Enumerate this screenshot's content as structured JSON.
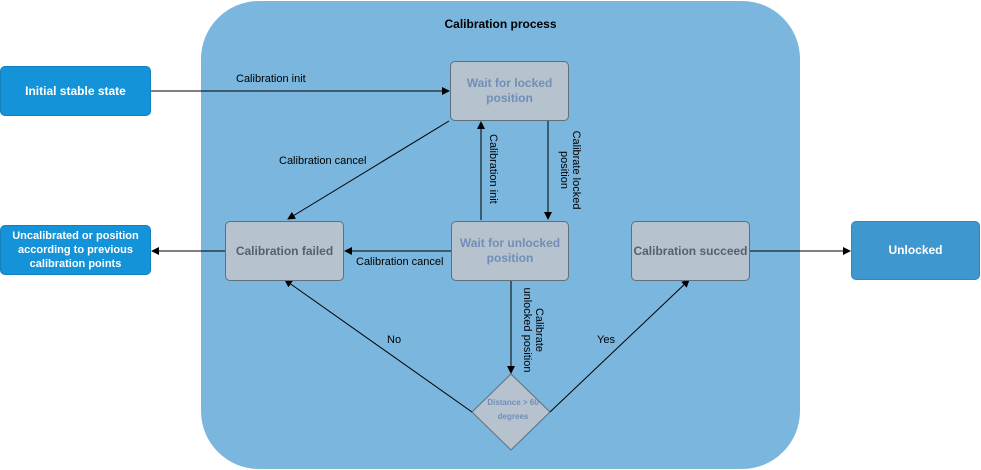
{
  "title": "Calibration process",
  "nodes": {
    "initial": "Initial stable state",
    "wait_locked": "Wait for locked position",
    "failed": "Calibration failed",
    "wait_unlocked": "Wait for unlocked position",
    "succeed": "Calibration succeed",
    "unlocked": "Unlocked",
    "uncalibrated": "Uncalibrated or position according to previous calibration points",
    "decision": "Distance > 60 degrees"
  },
  "edges": {
    "calibration_init_top": "Calibration init",
    "calibration_cancel_diag": "Calibration cancel",
    "calibration_init_vert": "Calibration init",
    "calibrate_locked": "Calibrate locked position",
    "calibration_cancel_horiz": "Calibration cancel",
    "calibrate_unlocked": "Calibrate unlocked position",
    "no": "No",
    "yes": "Yes"
  },
  "colors": {
    "container": "#7ab6de",
    "terminal_blue": "#1493d9",
    "state_gray": "#b6c2cd"
  }
}
